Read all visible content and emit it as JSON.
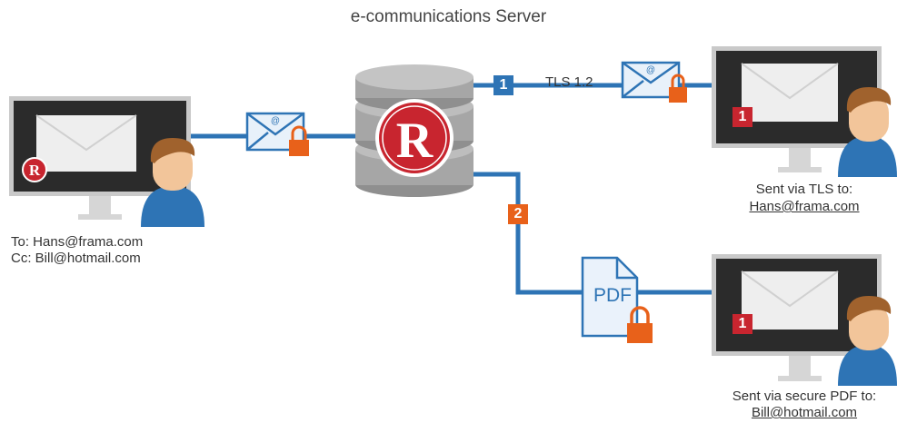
{
  "title": "e-communications Server",
  "sender": {
    "to_line": "To: Hans@frama.com",
    "cc_line": "Cc: Bill@hotmail.com"
  },
  "route_tls": {
    "step_number": "1",
    "protocol_label": "TLS 1.2"
  },
  "route_pdf": {
    "step_number": "2",
    "document_label": "PDF"
  },
  "recipient_tls": {
    "badge": "1",
    "caption": "Sent via TLS to:",
    "address": "Hans@frama.com"
  },
  "recipient_pdf": {
    "badge": "1",
    "caption": "Sent via secure PDF to:",
    "address": "Bill@hotmail.com"
  },
  "logo_letter": "R",
  "colors": {
    "line_blue": "#2e74b5",
    "step1_blue": "#2e74b5",
    "step2_orange": "#e8611a",
    "badge_red": "#c8252f",
    "lock_orange": "#e8611a",
    "server_gray": "#a6a6a6",
    "monitor_dark": "#2b2b2b",
    "monitor_frame": "#c0c0c0",
    "skin": "#f2c59a",
    "hair": "#a0622d",
    "shirt_blue": "#2e74b5"
  }
}
